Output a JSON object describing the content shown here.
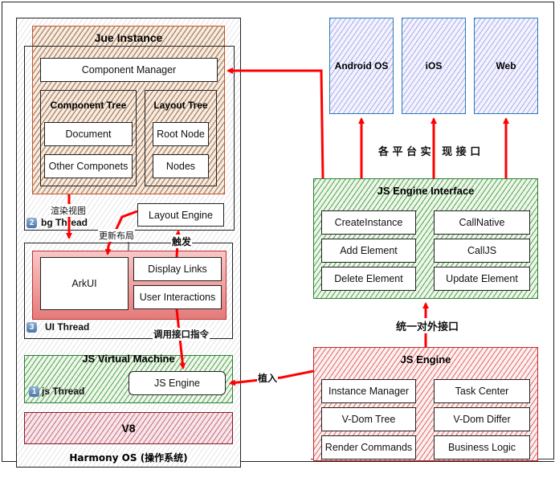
{
  "jue_instance": {
    "title": "Jue Instance",
    "component_manager": "Component Manager",
    "component_tree": {
      "title": "Component Tree",
      "items": [
        "Document",
        "Other Componets"
      ]
    },
    "layout_tree": {
      "title": "Layout Tree",
      "items": [
        "Root Node",
        "Nodes"
      ]
    }
  },
  "bg_thread": {
    "badge": "2",
    "label": "bg Thread",
    "layout_engine": "Layout Engine"
  },
  "ui_thread": {
    "badge": "3",
    "label": "UI Thread",
    "arkui": "ArkUI",
    "display_links": "Display Links",
    "user_interactions": "User Interactions"
  },
  "js_vm": {
    "title": "JS Virtual Machine",
    "badge": "1",
    "label": "js Thread",
    "js_engine": "JS Engine"
  },
  "v8": "V8",
  "harmony_os": "Harmony OS (操作系统)",
  "platforms": [
    "Android OS",
    "iOS",
    "Web"
  ],
  "js_engine_interface": {
    "title": "JS Engine Interface",
    "items": [
      "CreateInstance",
      "CallNative",
      "Add Element",
      "CallJS",
      "Delete Element",
      "Update Element"
    ]
  },
  "js_engine": {
    "title": "JS Engine",
    "items": [
      "Instance Manager",
      "Task Center",
      "V-Dom Tree",
      "V-Dom Differ",
      "Render Commands",
      "Business Logic"
    ]
  },
  "annotations": {
    "render_view": "渲染视图",
    "update_layout": "更新布局",
    "trigger": "触发",
    "call_interface": "调用接口指令",
    "inject": "植入",
    "unified_interface": "统一对外接口",
    "platform_impl": "各 平 台 实   现 接 口"
  },
  "colors": {
    "arrow": "#ff0000",
    "jue_border": "#c9532a",
    "green_border": "#2e7d32",
    "red_border": "#c62828",
    "blue_border": "#2a7ab8"
  }
}
